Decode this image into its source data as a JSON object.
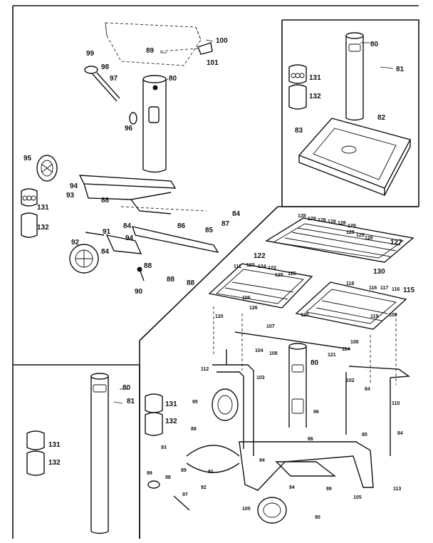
{
  "callouts": {
    "c80": "80",
    "c81": "81",
    "c82": "82",
    "c83": "83",
    "c84": "84",
    "c85": "85",
    "c86": "86",
    "c87": "87",
    "c88": "88",
    "c89": "89",
    "c90": "90",
    "c91": "91",
    "c92": "92",
    "c93": "93",
    "c94": "94",
    "c95": "95",
    "c96": "96",
    "c97": "97",
    "c98": "98",
    "c99": "99",
    "c100": "100",
    "c101": "101",
    "c102": "102",
    "c103": "103",
    "c104": "104",
    "c105": "105",
    "c106": "106",
    "c107": "107",
    "c108": "108",
    "c109": "109",
    "c110": "110",
    "c111": "111",
    "c112": "112",
    "c113": "113",
    "c114": "114",
    "c115": "115",
    "c116": "116",
    "c117": "117",
    "c118": "118",
    "c119": "119",
    "c120": "120",
    "c121": "121",
    "c122": "122",
    "c123": "123",
    "c124": "124",
    "c125": "125",
    "c126": "126",
    "c127": "127",
    "c128": "128",
    "c129": "129",
    "c130": "130",
    "c131": "131",
    "c132": "132"
  }
}
